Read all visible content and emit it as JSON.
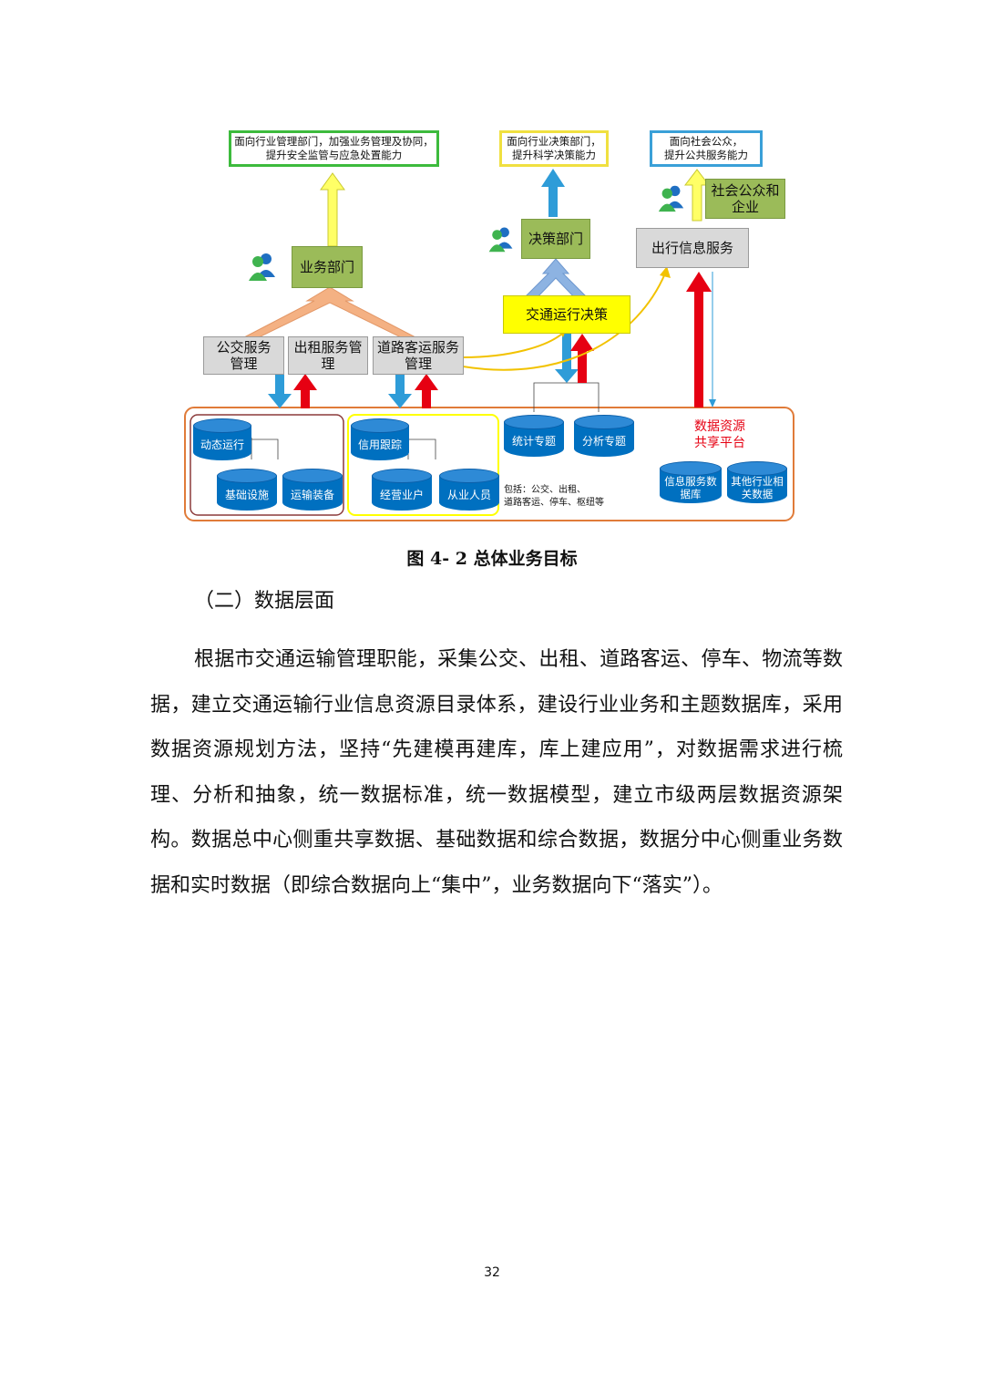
{
  "diagram": {
    "goals": {
      "left": "面向行业管理部门，加强业务管理及协同，\n提升安全监管与应急处置能力",
      "middle": "面向行业决策部门，\n提升科学决策能力",
      "right": "面向社会公众，\n提升公共服务能力"
    },
    "public_enterprise": "社会公众和\n企业",
    "business_dept": "业务部门",
    "decision_dept": "决策部门",
    "travel_info": "出行信息服务",
    "traffic_decision": "交通运行决策",
    "bus_mgmt": "公交服务\n管理",
    "taxi_mgmt": "出租服务管\n理",
    "road_mgmt": "道路客运服务\n管理",
    "platform_label": "数据资源\n共享平台",
    "databases": {
      "dynamic": "动态运行",
      "infra": "基础设施",
      "equipment": "运输装备",
      "credit": "信用跟踪",
      "operators": "经营业户",
      "staff": "从业人员",
      "stats": "统计专题",
      "analysis": "分析专题",
      "info_service": "信息服务数\n据库",
      "other": "其他行业相\n关数据"
    },
    "includes_note": "包括：公交、出租、\n道路客运、停车、枢纽等"
  },
  "caption": "图 4- 2 总体业务目标",
  "section_heading": "（二）数据层面",
  "paragraph": "根据市交通运输管理职能，采集公交、出租、道路客运、停车、物流等数据，建立交通运输行业信息资源目录体系，建设行业业务和主题数据库，采用数据资源规划方法，坚持“先建模再建库，库上建应用”，对数据需求进行梳理、分析和抽象，统一数据标准，统一数据模型，建立市级两层数据资源架构。数据总中心侧重共享数据、基础数据和综合数据，数据分中心侧重业务数据和实时数据（即综合数据向上“集中”，业务数据向下“落实”）。",
  "page_number": "32",
  "colors": {
    "accent_blue": "#0070c0",
    "arrow_red": "#e60012",
    "arrow_cyan": "#2e9cd8",
    "arrow_yellow": "#ffff66",
    "box_green": "#9bbb59",
    "box_gray": "#d9d9d9",
    "platform_border": "#e07b39"
  },
  "icons": [
    "users-icon"
  ]
}
